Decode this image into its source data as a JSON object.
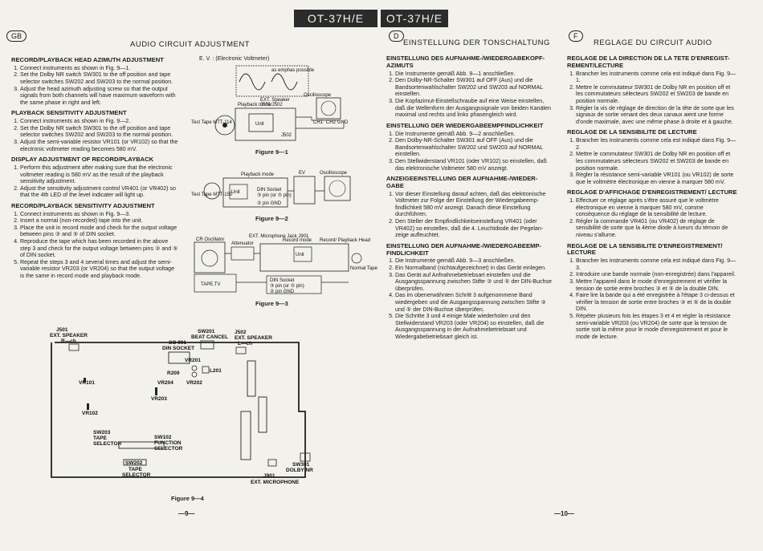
{
  "header": {
    "left": "OT-37H/E",
    "right": "OT-37H/E"
  },
  "gb": {
    "badge": "GB",
    "title": "AUDIO CIRCUIT ADJUSTMENT",
    "s1": {
      "h": "RECORD/PLAYBACK HEAD AZIMUTH ADJUSTMENT",
      "items": [
        "Connect instruments as shown in Fig. 9—1.",
        "Set the Dolby NR switch SW301 to the off position and tape selector switches SW202 and SW203 to the normal position.",
        "Adjust the head azimuth adjusting screw so that the output signals from both channels will have maximum waveform with the same phase in right and left."
      ]
    },
    "s2": {
      "h": "PLAYBACK SENSITIVITY ADJUSTMENT",
      "items": [
        "Connect instruments as shown in Fig. 9—2.",
        "Set the Dolby NR switch SW301 to the off position and tape selector switches SW202 and SW203 to the normal position.",
        "Adjust the semi-variable resistor VR101 (or VR102) so that the electronic voltmeter reading becomes 580 mV."
      ]
    },
    "s3": {
      "h": "DISPLAY ADJUSTMENT OF RECORD/PLAYBACK",
      "items": [
        "Perform this adjustment after making sure that the electronic voltmeter reading is 580 mV as the result of the playback sensitivity adjustment.",
        "Adjust the sensitivity adjustment control VR401 (or VR402) so that the 4th LED of the level indicater will light up."
      ]
    },
    "s4": {
      "h": "RECORD/PLAYBACK SENSITIVITY ADJUSTMENT",
      "items": [
        "Connect instruments as shown in Fig. 9—3.",
        "Insert a normal (non-recorded) tape into the unit.",
        "Place the unit in record mode and check for the output voltage between pins ③ and ⑤ of DIN socket.",
        "Reproduce the tape which has been recorded in the above step 3 and check for the output voltage between pins ③ and ⑤ of DIN socket.",
        "Repeat the steps 3 and 4 several times and adjust the semi-variable resistor VR203 (or VR204) so that the output voltage is the same in record mode and playback mode."
      ]
    }
  },
  "figs": {
    "ev": "E. V. : (Electronic Voltmeter)",
    "f1": "Figure 9—1",
    "f2": "Figure 9—2",
    "f3": "Figure 9—3",
    "f4": "Figure 9—4",
    "f1lbl": {
      "emph": "as emphas possible",
      "ext": "EXT. Speaker",
      "jack": "J501/J502",
      "osc": "Oscilloscope",
      "test": "Test Tape MTT-114",
      "pb": "Playback mode",
      "unit": "Unit",
      "j502": "J502",
      "gnd": "GND",
      "ch1": "CH1",
      "ch2": "CH2"
    },
    "f2lbl": {
      "pb": "Playback mode",
      "din": "DIN Socket",
      "pins": "③ pin (or ⑤ pin)",
      "gnd": "② pin GND",
      "ev": "EV",
      "osc": "Oscilloscope",
      "test": "Test Tape MTT-150",
      "unit": "Unit"
    },
    "f3lbl": {
      "cr": "CR Oscillator",
      "mic": "EXT. Microphone Jack J901",
      "att": "Attenuator",
      "rec": "Record mode",
      "rp": "Record/ Playback Head",
      "unit": "Unit",
      "tv": "TAPE.TV",
      "din": "DIN Socket",
      "pins": "③ pin (or ⑤ pin)",
      "gnd": "② pin GND",
      "nt": "Normal Tape"
    },
    "f4lbl": {
      "j501": "J501",
      "ext1": "EXT. SPEAKER",
      "rch": "R—ch",
      "so901": "SO 901",
      "dinsock": "DIN SOCKET",
      "sw201": "SW201",
      "beat": "BEAT CANCEL",
      "j502": "J502",
      "ext2": "EXT. SPEAKER",
      "lch": "L—ch",
      "vr201": "VR201",
      "vr202": "VR202",
      "l201": "L201",
      "r209": "R209",
      "vr204": "VR204",
      "vr203": "VR203",
      "vr101": "VR101",
      "vr102": "VR102",
      "sw203": "SW203",
      "tape": "TAPE",
      "selector": "SELECTOR",
      "sw102": "SW102",
      "function": "FUNCTION",
      "selector2": "SELECTOR",
      "sw202": "SW202",
      "tape2": "TAPE",
      "selector3": "SELECTOR",
      "j901": "J901",
      "extmic": "EXT. MICROPHONE",
      "sw301": "SW301",
      "dolby": "DOLBY NR"
    }
  },
  "pages": {
    "left": "—9—",
    "right": "—10—"
  },
  "de": {
    "badge": "D",
    "title": "EINSTELLUNG DER TONSCHALTUNG",
    "s1": {
      "h": "EINSTELLUNG DES AUFNAHME-/WIEDERGABEKOPF-AZIMUTS",
      "items": [
        "Die Instrumente gemäß Abb. 9—1 anschließen.",
        "Den Dolby-NR-Schalter SW301 auf OFF (Aus) und die Bandsortenwahlschalter SW202 und SW203 auf NORMAL einstellen.",
        "Die Kopfazimut-Einstellschraube auf eine Weise einstellen, daß die Wellenform der Ausgangssignale von beiden Kanälen maximal und rechts und links phasengleich wird."
      ]
    },
    "s2": {
      "h": "EINSTELLUNG DER WIEDERGABEEMPFINDLICHKEIT",
      "items": [
        "Die Instrumente gemäß Abb. 9—2 anschließen.",
        "Den Dolby-NR-Schalter SW301 auf OFF (Aus) und die Bandsortenwahlschalter SW202 und SW203 auf NORMAL einstellen.",
        "Den Stellwiderstand VR101 (oder VR102) so einstellen, daß das elektronische Voltmeter 580 mV anzeigt."
      ]
    },
    "s3": {
      "h": "ANZEIGEEINSTELLUNG DER AUFNAHME-/WIEDER-GABE",
      "items": [
        "Vor dieser Einstellung darauf achten, daß das elektronische Voltmeter zur Folge der Einstellung der Wiedergabeemp-findlichkeit 580 mV anzeigt. Danach diese Einstellung durchführen.",
        "Den Steller der Empfindlichkeitseinstellung VR401 (oder VR402) so einstellen, daß die 4. Leuchtdiode der Pegelan-zeige aufleuchtet."
      ]
    },
    "s4": {
      "h": "EINSTELLUNG DER AUFNAHME-/WIEDERGABEEMP-FINDLICHKEIT",
      "items": [
        "Die Instrumente gemäß Abb. 9—3 anschließen.",
        "Ein Normalband (nichtaufgezeichnet) in das Gerät einlegen.",
        "Das Gerät auf Anfnahmebetriebsart einstellen und die Ausgangsspannung zwischen Stifte ③ und ⑤ der DIN-Buchse überprüfen.",
        "Das im obenerwähnten Schritt 3 aufgenommene Band wiedergeben und die Ausgangsspannung zwischen Stifte ③ und ⑤ der DIN-Buchse überprüfen.",
        "Die Schritte 3 und 4 einige Male wiederholen und den Stellwiderstand VR203 (oder VR204) so einstellen, daß die Ausgangsspannung in der Aufnahmebetriebsart und Wiedergabebetriebsart gleich ist."
      ]
    }
  },
  "fr": {
    "badge": "F",
    "title": "REGLAGE DU CIRCUIT AUDIO",
    "s1": {
      "h": "REGLAGE DE LA DIRECTION DE LA TETE D'ENREGIST-REMENT/LECTURE",
      "items": [
        "Brancher les instruments comme cela est indiqué dans Fig. 9—1.",
        "Mettre le commutateur SW301 de Dolby NR en position off et les commutateurs sélecteurs SW202 et SW203 de bande en position normale.",
        "Régler la vis de réglage de direction de la tête de sorte que les signaux de sortie venant des deux canaux aient une forme d'onde maximale, avec une même phase à droite et à gauche."
      ]
    },
    "s2": {
      "h": "REGLAGE DE LA SENSIBILITE DE LECTURE",
      "items": [
        "Brancher les instruments comme cela est indiqué dans Fig. 9—2.",
        "Mettre le commutateur SW301 de Dolby NR en position off et les commutateurs sélecteurs SW202 et SW203 de bande en position normale.",
        "Régler la résistance semi-variable VR101 (ou VR102) de sorte que le voltmètre électronique en vienne à marquer 580 mV."
      ]
    },
    "s3": {
      "h": "REGLAGE D'AFFICHAGE D'ENREGISTREMENT/ LECTURE",
      "items": [
        "Effectuer ce réglage après s'être assuré que le voltmètre électronique en vienne à marquer 580 mV, comme conséquence du réglage de la sensibilité de lecture.",
        "Régler la commande VR401 (ou VR402) de réglage de sensibilité de sorte que la 4ème diode à lueurs du témoin de niveau s'allume."
      ]
    },
    "s4": {
      "h": "REGLAGE DE LA SENSIBILITE D'ENREGISTREMENT/ LECTURE",
      "items": [
        "Brancher les instruments comme cela est indiqué dans Fig. 9—3.",
        "Introduire une bande normale (non-enregistrée) dans l'appareil.",
        "Mettre l'appareil dans le mode d'enregistrement et vérifier la tension de sortie entre broches ③ et ⑤ de la double DIN.",
        "Faire lire la bande qui a été enregistrée à l'étape 3 ci-dessus et vérifier la tension de sortie entre broches ③ et ⑤ de la double DIN.",
        "Répéter plusieurs fois les étapes 3 et 4 et régler la résistance semi-variable VR203 (ou VR204) de sorte que la tension de sortie soit la même pour le mode d'enregistrement et pour le mode de lecture."
      ]
    }
  }
}
